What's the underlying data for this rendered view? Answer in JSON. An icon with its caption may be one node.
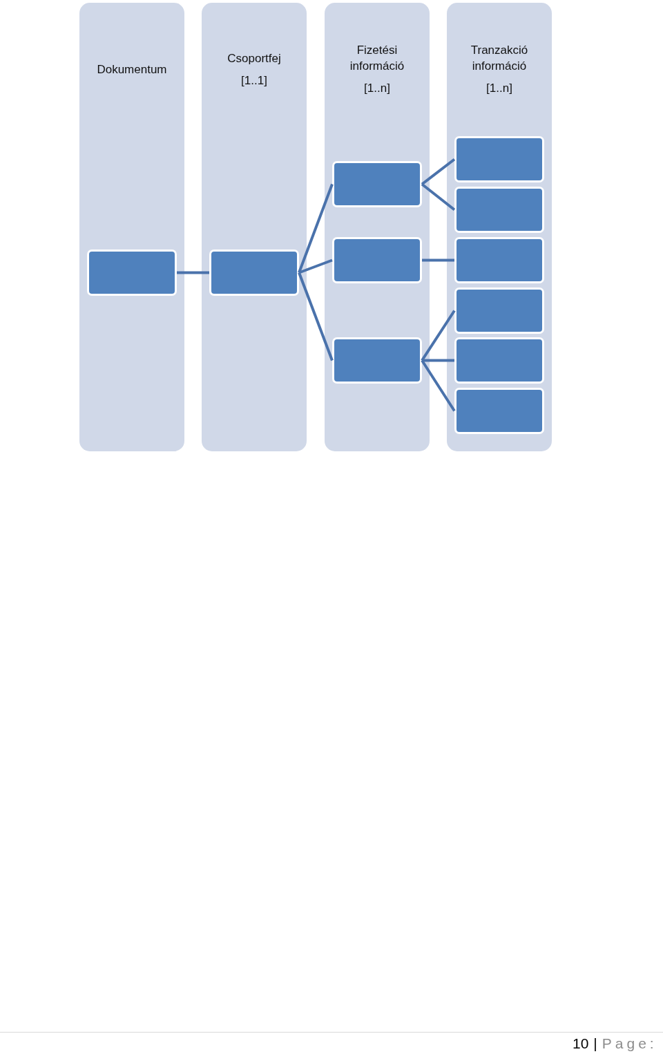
{
  "diagram": {
    "nodes": [
      {
        "text": [
          "Dokumentum"
        ]
      },
      {
        "text": [
          "Csoportfej",
          "[1..1]"
        ]
      },
      {
        "text": [
          "Fizetési információ",
          "[1..n]"
        ]
      },
      {
        "text": [
          "Tranzakció információ",
          "[1..n]"
        ]
      },
      {
        "text": [],
        "shape": "box",
        "in": 0
      },
      {
        "text": [],
        "shape": "box",
        "in": 1
      },
      {
        "text": [],
        "shape": "box",
        "in": 2
      },
      {
        "text": [],
        "shape": "box",
        "in": 2
      },
      {
        "text": [],
        "shape": "box",
        "in": 2
      },
      {
        "text": [],
        "shape": "box",
        "in": 3
      },
      {
        "text": [],
        "shape": "box",
        "in": 3
      },
      {
        "text": [],
        "shape": "box",
        "in": 3
      },
      {
        "text": [],
        "shape": "box",
        "in": 3
      },
      {
        "text": [],
        "shape": "box",
        "in": 3
      },
      {
        "text": [],
        "shape": "box",
        "in": 3
      }
    ],
    "edges": [
      {
        "from": 4,
        "to": 5,
        "arrow": "none"
      },
      {
        "from": 5,
        "to": 6,
        "arrow": "none"
      },
      {
        "from": 5,
        "to": 7,
        "arrow": "none"
      },
      {
        "from": 5,
        "to": 8,
        "arrow": "none"
      },
      {
        "from": 6,
        "to": 9,
        "arrow": "none"
      },
      {
        "from": 6,
        "to": 10,
        "arrow": "none"
      },
      {
        "from": 7,
        "to": 11,
        "arrow": "none"
      },
      {
        "from": 8,
        "to": 12,
        "arrow": "none"
      },
      {
        "from": 8,
        "to": 13,
        "arrow": "none"
      },
      {
        "from": 8,
        "to": 14,
        "arrow": "none"
      }
    ],
    "labels": [
      "10",
      "|",
      "Page:"
    ]
  }
}
